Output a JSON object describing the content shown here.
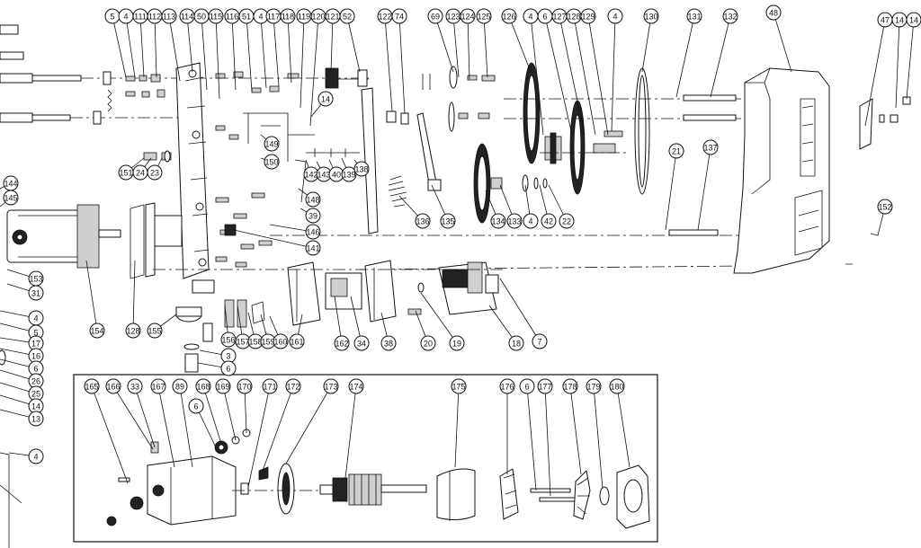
{
  "diagram": {
    "labels_main": [
      "5",
      "4",
      "111",
      "112",
      "113",
      "114",
      "50",
      "115",
      "116",
      "51",
      "4",
      "117",
      "118",
      "119",
      "120",
      "121",
      "52",
      "122",
      "74",
      "69",
      "123",
      "124",
      "125",
      "126",
      "4",
      "6",
      "127",
      "128",
      "129",
      "4",
      "130",
      "131",
      "132",
      "48",
      "47",
      "14",
      "14",
      "14",
      "149",
      "150",
      "151",
      "24",
      "23",
      "144",
      "145",
      "148",
      "39",
      "146",
      "141",
      "142",
      "143",
      "40",
      "139",
      "138",
      "137",
      "136",
      "135",
      "134",
      "133",
      "4",
      "42",
      "22",
      "21",
      "152",
      "153",
      "31",
      "154",
      "128",
      "155",
      "156",
      "157",
      "158",
      "159",
      "160",
      "161",
      "162",
      "34",
      "38",
      "20",
      "19",
      "18",
      "7",
      "4",
      "5",
      "17",
      "16",
      "6",
      "26",
      "25",
      "14",
      "13",
      "3",
      "6",
      "4"
    ],
    "labels_inset": [
      "165",
      "166",
      "33",
      "167",
      "89",
      "168",
      "169",
      "170",
      "171",
      "172",
      "173",
      "174",
      "175",
      "176",
      "6",
      "177",
      "178",
      "179",
      "180",
      "6"
    ]
  }
}
